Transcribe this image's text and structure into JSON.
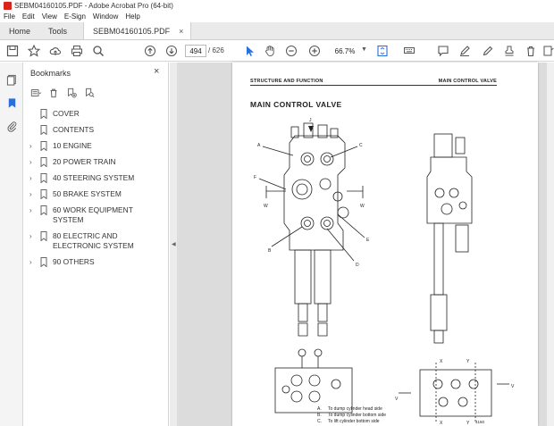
{
  "window": {
    "title": "SEBM04160105.PDF - Adobe Acrobat Pro (64-bit)"
  },
  "menu": [
    "File",
    "Edit",
    "View",
    "E-Sign",
    "Window",
    "Help"
  ],
  "tabs": {
    "home": "Home",
    "tools": "Tools",
    "document": "SEBM04160105.PDF",
    "close": "×"
  },
  "toolbar": {
    "page_current": "494",
    "page_total": "/ 626",
    "zoom": "66.7%",
    "zoom_arrow": "▼"
  },
  "bookmarks": {
    "title": "Bookmarks",
    "close": "×",
    "items": [
      {
        "label": "COVER",
        "expandable": false
      },
      {
        "label": "CONTENTS",
        "expandable": false
      },
      {
        "label": "10 ENGINE",
        "expandable": true
      },
      {
        "label": "20 POWER TRAIN",
        "expandable": true
      },
      {
        "label": "40 STEERING SYSTEM",
        "expandable": true
      },
      {
        "label": "50 BRAKE SYSTEM",
        "expandable": true
      },
      {
        "label": "60 WORK EQUIPMENT SYSTEM",
        "expandable": true
      },
      {
        "label": "80 ELECTRIC AND ELECTRONIC SYSTEM",
        "expandable": true
      },
      {
        "label": "90 OTHERS",
        "expandable": true
      }
    ]
  },
  "pdf_page": {
    "header_left": "STRUCTURE AND FUNCTION",
    "header_right": "MAIN CONTROL VALVE",
    "title": "MAIN CONTROL VALVE",
    "callouts": [
      "J",
      "A",
      "C",
      "F",
      "W",
      "W",
      "B",
      "E",
      "D",
      "X",
      "Y",
      "X",
      "Y",
      "V",
      "V"
    ],
    "legend": [
      {
        "key": "A.",
        "text": "To dump cylinder head side"
      },
      {
        "key": "B.",
        "text": "To dump cylinder bottom side"
      },
      {
        "key": "C.",
        "text": "To lift cylinder bottom side"
      }
    ],
    "figure_number": "4160"
  },
  "colors": {
    "acrobat_red": "#d8261c",
    "viewer_bg": "#dcdcdc",
    "tab_bg": "#eaeaea"
  }
}
